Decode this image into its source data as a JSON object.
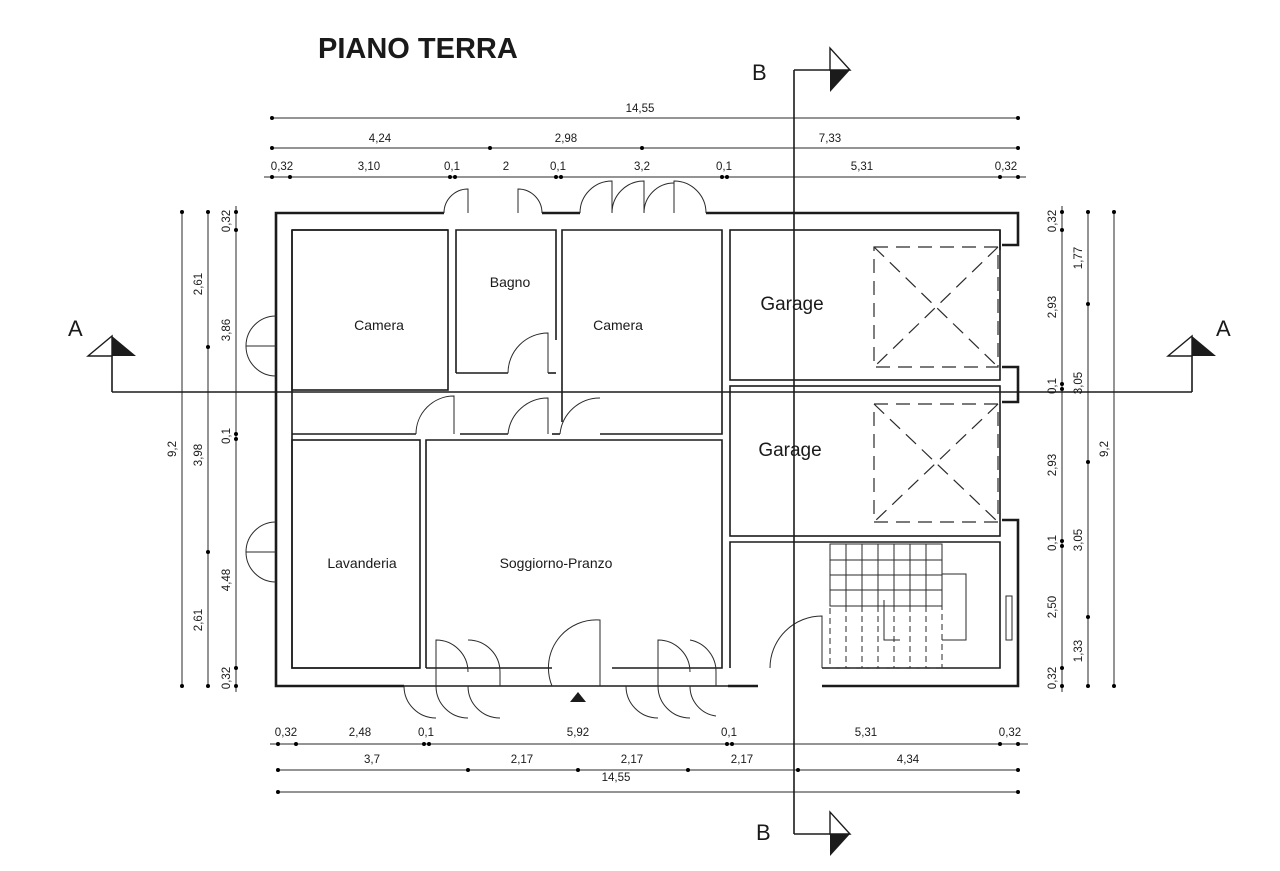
{
  "title": "PIANO TERRA",
  "rooms": {
    "camera1": "Camera",
    "bagno": "Bagno",
    "camera2": "Camera",
    "garage1": "Garage",
    "garage2": "Garage",
    "lavanderia": "Lavanderia",
    "soggiorno": "Soggiorno-Pranzo"
  },
  "sections": {
    "a": "A",
    "b": "B"
  },
  "dimensions": {
    "top_total": "14,55",
    "top_mid": [
      "4,24",
      "2,98",
      "7,33"
    ],
    "top_detail": [
      "0,32",
      "3,10",
      "0,1",
      "2",
      "0,1",
      "3,2",
      "0,1",
      "5,31",
      "0,32"
    ],
    "bottom_detail": [
      "0,32",
      "2,48",
      "0,1",
      "5,92",
      "0,1",
      "5,31",
      "0,32"
    ],
    "bottom_mid": [
      "3,7",
      "2,17",
      "2,17",
      "2,17",
      "4,34"
    ],
    "bottom_total": "14,55",
    "left_outer": "9,2",
    "left_mid": [
      "2,61",
      "3,98",
      "2,61"
    ],
    "left_inner": [
      "0,32",
      "3,86",
      "0,1",
      "4,48",
      "0,32"
    ],
    "right_inner": [
      "0,32",
      "2,93",
      "0,1",
      "2,93",
      "0,1",
      "2,50",
      "0,32"
    ],
    "right_mid": [
      "1,77",
      "3,05",
      "3,05",
      "1,33"
    ],
    "right_outer": "9,2"
  }
}
